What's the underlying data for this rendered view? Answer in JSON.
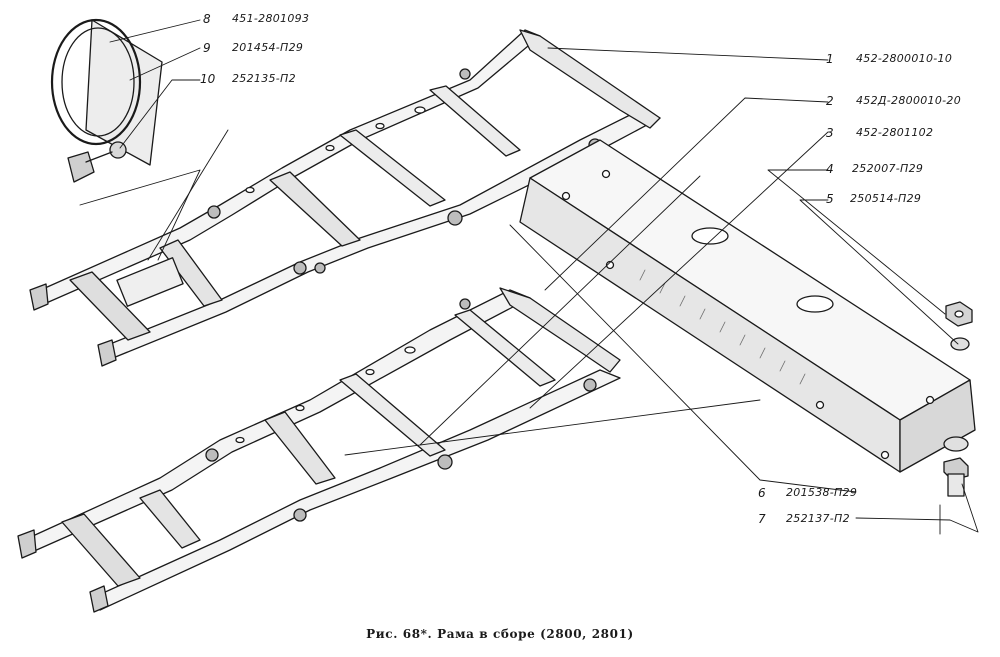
{
  "figure": {
    "caption": "Рис. 68*. Рама в сборе (2800, 2801)"
  },
  "callouts": [
    {
      "num": "1",
      "code": "452-2800010-10"
    },
    {
      "num": "2",
      "code": "452Д-2800010-20"
    },
    {
      "num": "3",
      "code": "452-2801102"
    },
    {
      "num": "4",
      "code": "252007-П29"
    },
    {
      "num": "5",
      "code": "250514-П29"
    },
    {
      "num": "6",
      "code": "201538-П29"
    },
    {
      "num": "7",
      "code": "252137-П2"
    },
    {
      "num": "8",
      "code": "451-2801093"
    },
    {
      "num": "9",
      "code": "201454-П29"
    },
    {
      "num": "10",
      "code": "252135-П2"
    }
  ]
}
